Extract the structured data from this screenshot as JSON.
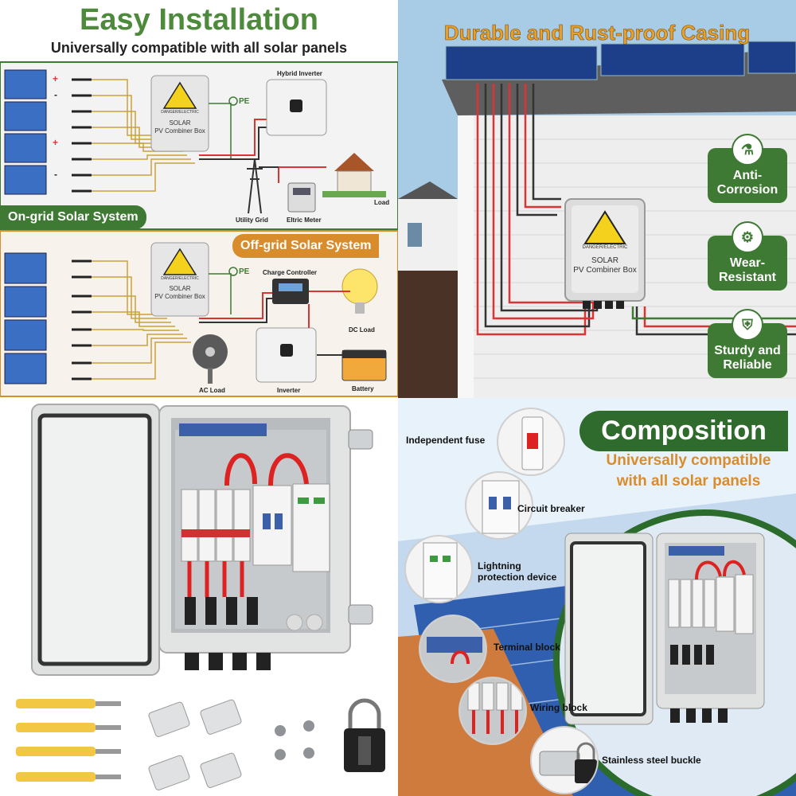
{
  "installation": {
    "title": "Easy Installation",
    "subtitle": "Universally compatible with all solar panels",
    "on_grid_label": "On-grid Solar System",
    "off_grid_label": "Off-grid Solar System",
    "combiner_danger": "DANGER/ELECTRIC",
    "combiner_line1": "SOLAR",
    "combiner_line2": "PV Combiner Box",
    "pe_label": "PE",
    "hybrid_inverter": "Hybrid Inverter",
    "utility_grid": "Utility Grid",
    "meter": "Eltric Meter",
    "load": "Load",
    "charge_controller": "Charge Controller",
    "dc_load": "DC Load",
    "ac_load": "AC Load",
    "inverter": "Inverter",
    "battery": "Battery",
    "plus": "+",
    "minus": "-"
  },
  "casing": {
    "title": "Durable and Rust-proof Casing",
    "danger": "DANGER/ELECTRIC",
    "box_line1": "SOLAR",
    "box_line2": "PV Combiner Box",
    "badges": [
      {
        "label": "Anti-\nCorrosion",
        "icon": "beaker-icon"
      },
      {
        "label": "Wear-\nResistant",
        "icon": "gears-icon"
      },
      {
        "label": "Sturdy and\nReliable",
        "icon": "shield-icon"
      }
    ],
    "colors": {
      "badge": "#3f7a34",
      "title": "#e6a02b"
    }
  },
  "composition": {
    "title": "Composition",
    "subtitle_line1": "Universally compatible",
    "subtitle_line2": "with all solar panels",
    "items": [
      "Independent fuse",
      "Circuit breaker",
      "Lightning\nprotection device",
      "Terminal block",
      "Wiring block",
      "Stainless steel buckle"
    ],
    "colors": {
      "title_bg": "#2f6b2c",
      "subtitle": "#d98c2b"
    }
  }
}
